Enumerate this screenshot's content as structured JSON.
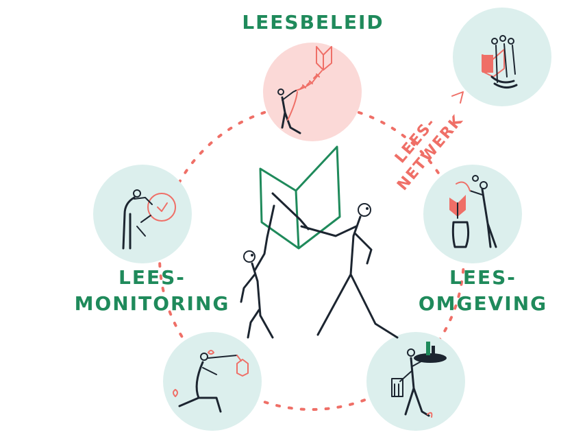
{
  "labels": {
    "leesbeleid": "LEESBELEID",
    "leesnetwerk_line1": "LEES-",
    "leesnetwerk_line2": "NETWERK",
    "leesmonitoring_line1": "LEES-",
    "leesmonitoring_line2": "MONITORING",
    "leesomgeving_line1": "LEES-",
    "leesomgeving_line2": "OMGEVING"
  },
  "colors": {
    "heading_green": "#1f8a5b",
    "accent_coral": "#ef6f67",
    "circle_mint": "#dcefed",
    "circle_pink": "#fbd9d7",
    "ink": "#1c2530"
  },
  "icons": {
    "top": "kite-reader-illustration",
    "top_right": "network-readers-illustration",
    "right": "plant-book-illustration",
    "bottom_right": "waiter-book-illustration",
    "bottom_left": "runner-book-illustration",
    "left": "clock-monitor-illustration",
    "center": "book-flag-figures-illustration"
  }
}
